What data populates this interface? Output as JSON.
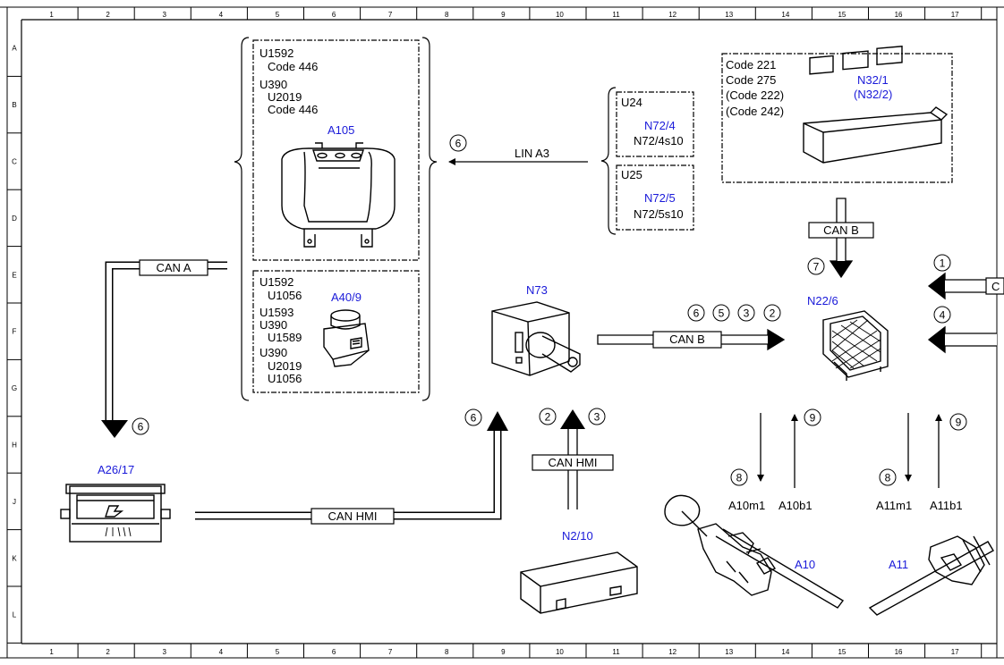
{
  "frame": {
    "columns": [
      "1",
      "2",
      "3",
      "4",
      "5",
      "6",
      "7",
      "8",
      "9",
      "10",
      "11",
      "12",
      "13",
      "14",
      "15",
      "16",
      "17"
    ],
    "rows": [
      "A",
      "B",
      "C",
      "D",
      "E",
      "F",
      "G",
      "H",
      "J",
      "K",
      "L"
    ]
  },
  "components": {
    "A105": "A105",
    "A40_9": "A40/9",
    "N32_1": "N32/1",
    "N32_2": "(N32/2)",
    "N72_4": "N72/4",
    "N72_4s10": "N72/4s10",
    "N72_5": "N72/5",
    "N72_5s10": "N72/5s10",
    "N73": "N73",
    "N22_6": "N22/6",
    "A26_17": "A26/17",
    "N2_10": "N2/10",
    "A10": "A10",
    "A11": "A11",
    "A10m1": "A10m1",
    "A10b1": "A10b1",
    "A11m1": "A11m1",
    "A11b1": "A11b1"
  },
  "codes": {
    "a105_box": [
      "U1592",
      "Code 446",
      "U390",
      "U2019",
      "Code 446"
    ],
    "a40_box": [
      "U1592",
      "U1056",
      "U1593",
      "U390",
      "U1589",
      "U390",
      "U2019",
      "U1056"
    ],
    "n32_box": [
      "Code 221",
      "Code 275",
      "(Code 222)",
      "(Code 242)"
    ],
    "u24": "U24",
    "u25": "U25"
  },
  "buses": {
    "lin_a3": "LIN A3",
    "can_a": "CAN A",
    "can_b_top": "CAN B",
    "can_b_mid": "CAN B",
    "can_hmi_mid": "CAN HMI",
    "can_hmi_bottom": "CAN HMI",
    "can_c_partial": "C"
  },
  "callouts": {
    "lin": "6",
    "can_a_down": "6",
    "can_b_7": "7",
    "right_1": "1",
    "right_4": "4",
    "canb_6": "6",
    "canb_5": "5",
    "canb_3": "3",
    "canb_2": "2",
    "hmi_6": "6",
    "hmi_2": "2",
    "hmi_3": "3",
    "a10_8": "8",
    "a10_9": "9",
    "a11_8": "8",
    "a11_9": "9"
  }
}
